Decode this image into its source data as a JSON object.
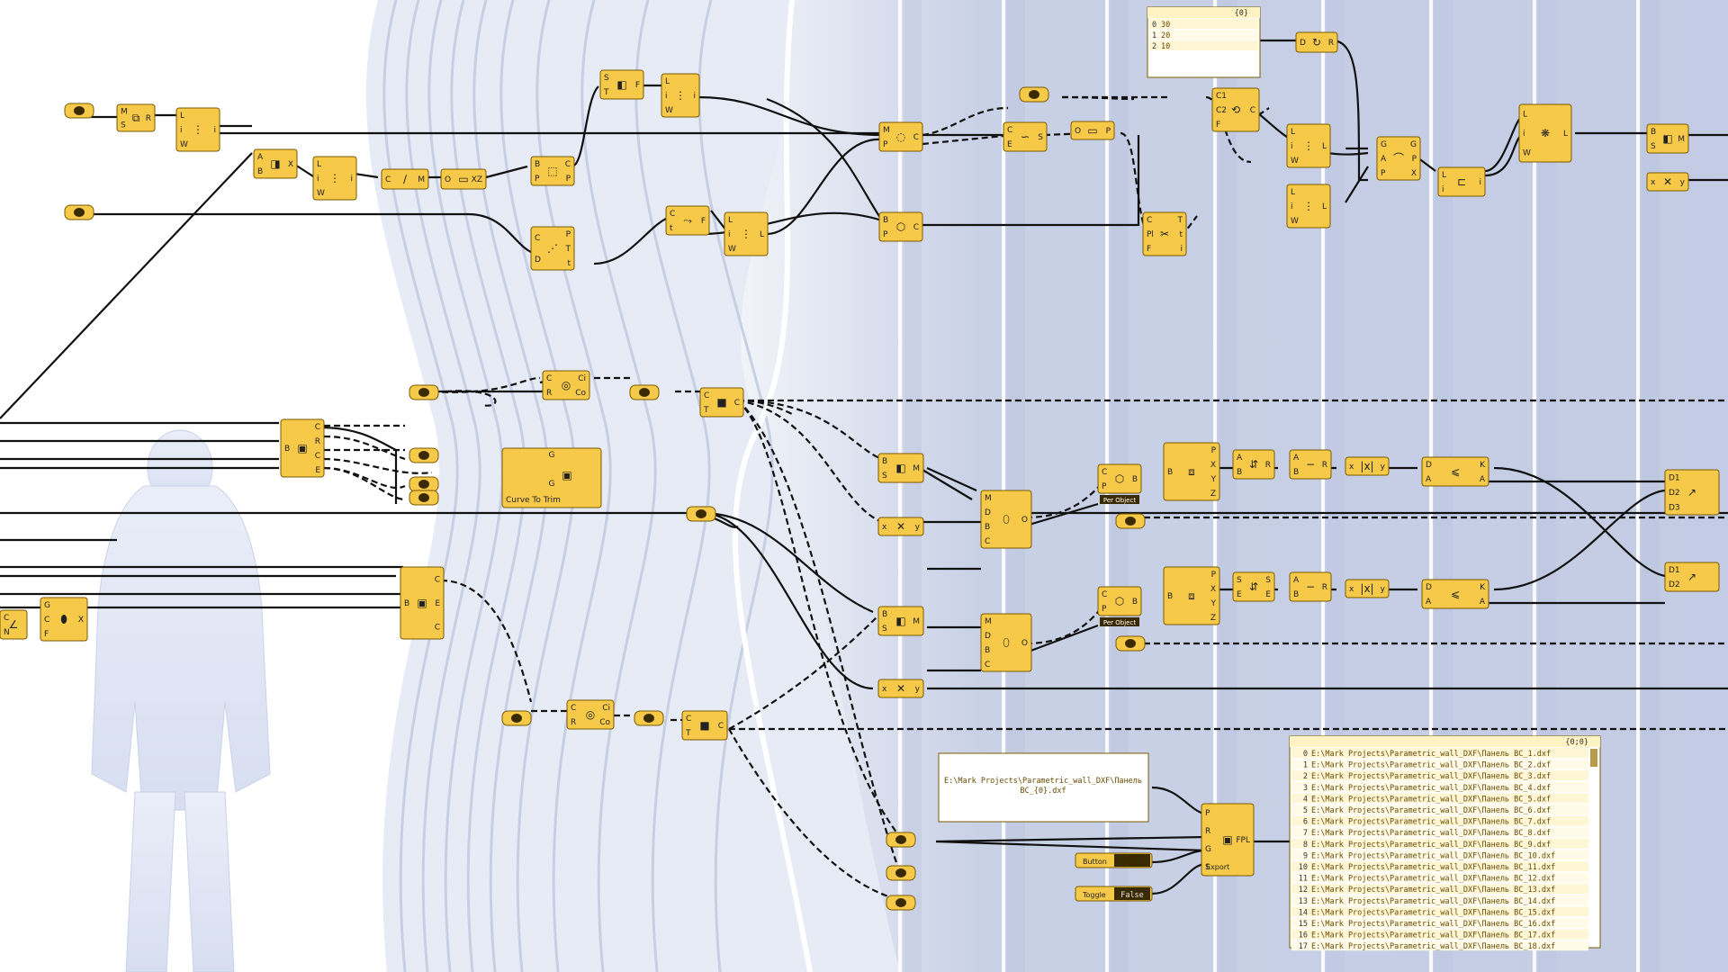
{
  "colors": {
    "node_fill": "#f7c948",
    "node_stroke": "#7a5a00",
    "wire": "#111111",
    "panel_bg": "#ffffff",
    "panel_header": "#fff3c4",
    "panel_text": "#6a4a00",
    "toggle_value": "#e6e6e6"
  },
  "comp_labels": {
    "c_a": [
      "M",
      "S"
    ],
    "c_a_out": "R",
    "c_b": [
      "L",
      "i",
      "W"
    ],
    "c_b_out": "i",
    "c_c": [
      "A",
      "B"
    ],
    "c_c_out": "X",
    "c_d": [
      "L",
      "i",
      "W"
    ],
    "c_d_out": "i",
    "c_e": [
      "C"
    ],
    "c_e_out": "M",
    "c_f": [
      "O"
    ],
    "c_f_out": "XZ",
    "c_g": [
      "B",
      "P"
    ],
    "c_g_outs": [
      "C",
      "P"
    ],
    "c_h": [
      "S",
      "T"
    ],
    "c_h_out": "F",
    "c_i": [
      "L",
      "i",
      "W"
    ],
    "c_i_out": "i",
    "c_j": [
      "C",
      "t"
    ],
    "c_j_out": "F",
    "c_k": [
      "C",
      "D"
    ],
    "c_k_outs": [
      "P",
      "T",
      "t"
    ],
    "c_l": [
      "L",
      "i",
      "W"
    ],
    "c_l_out": "L",
    "c_m": [
      "M",
      "P"
    ],
    "c_m_out": "C",
    "c_n": [
      "B",
      "P"
    ],
    "c_n_out": "C",
    "c_o": [
      "C",
      "E"
    ],
    "c_o_out": "S",
    "c_p": [
      "O"
    ],
    "c_p_out": "P",
    "c_q": [
      "C",
      "Pl",
      "F"
    ],
    "c_q_outs": [
      "T",
      "t",
      "i"
    ],
    "c_r": [
      "C1",
      "C2",
      "F"
    ],
    "c_r_out": "C",
    "c_s": [
      "D"
    ],
    "c_s_out": "R",
    "c_t": [
      "L",
      "i",
      "W"
    ],
    "c_t_out": "L",
    "c_u": [
      "L",
      "i",
      "W"
    ],
    "c_u_out": "L",
    "c_v": [
      "G",
      "A",
      "P"
    ],
    "c_v_outs": [
      "G",
      "P",
      "X"
    ],
    "c_w": [
      "L",
      "i"
    ],
    "c_w_out": "i",
    "c_x": [
      "L",
      "i",
      "W"
    ],
    "c_x_out": "L",
    "c_y": [
      "B",
      "S"
    ],
    "c_y_out": "M",
    "c_z": [
      "x"
    ],
    "c_z_out": "y",
    "c_deconstruct": [
      "B"
    ],
    "c_deconstruct_outs": [
      "C",
      "R",
      "C",
      "E"
    ],
    "c_circle": [
      "C",
      "R"
    ],
    "c_circle_outs": [
      "Ci",
      "Co"
    ],
    "c_curve_to_trim_ports": [
      "G",
      "G"
    ],
    "c_deconstruct2": [
      "B"
    ],
    "c_deconstruct2_outs": [
      "C",
      "E",
      "C"
    ],
    "c_circle2": [
      "C",
      "R"
    ],
    "c_circle2_outs": [
      "Ci",
      "Co"
    ],
    "c_rect1": [
      "C",
      "T"
    ],
    "c_rect1_out": "C",
    "c_rect2": [
      "C",
      "T"
    ],
    "c_rect2_out": "C",
    "c_msh1": [
      "M",
      "D",
      "B",
      "C"
    ],
    "c_msh1_out": "O",
    "c_msh2": [
      "M",
      "D",
      "B",
      "C"
    ],
    "c_msh2_out": "O",
    "c_bbox1": [
      "C",
      "P"
    ],
    "c_bbox1_out": "B",
    "c_bbox2": [
      "C",
      "P"
    ],
    "c_bbox2_out": "B",
    "c_dec1": [
      "B"
    ],
    "c_dec1_outs": [
      "P",
      "X",
      "Y",
      "Z"
    ],
    "c_dec2": [
      "B"
    ],
    "c_dec2_outs": [
      "P",
      "X",
      "Y",
      "Z"
    ],
    "c_sub1": [
      "A",
      "B"
    ],
    "c_sub1_out": "R",
    "c_sub2": [
      "A",
      "B"
    ],
    "c_sub2_out": "R",
    "c_abs1": [
      "x"
    ],
    "c_abs1_out": "y",
    "c_abs2": [
      "x"
    ],
    "c_abs2_out": "y",
    "c_gate1": [
      "D",
      "A"
    ],
    "c_gate1_outs": [
      "K",
      "A"
    ],
    "c_gate2": [
      "D",
      "A"
    ],
    "c_gate2_outs": [
      "K",
      "A"
    ],
    "c_merge1": [
      "D1",
      "D2",
      "D3"
    ],
    "c_merge2": [
      "D1",
      "D2"
    ],
    "c_left1": [
      "G",
      "C",
      "F"
    ],
    "c_left1_out": "X",
    "c_left2": [
      "C",
      "N"
    ],
    "c_scale1": [
      "B",
      "S"
    ],
    "c_scale1_out": "M",
    "c_scale2": [
      "B",
      "S"
    ],
    "c_scale2_out": "M",
    "c_neg1": [
      "x"
    ],
    "c_neg1_out": "y",
    "c_neg2": [
      "x"
    ],
    "c_neg2_out": "y",
    "c_export": [
      "P",
      "R",
      "G",
      "S"
    ],
    "c_export_out": "FPL",
    "c_right1": [
      "B",
      "S"
    ],
    "c_right1_out": "M",
    "c_right2": [
      "x"
    ],
    "c_right2_out": "y",
    "c_range": [
      "S",
      "E"
    ],
    "c_range_outs": [
      "S",
      "E"
    ]
  },
  "curve_to_trim": {
    "label": "Curve To Trim"
  },
  "per_object_1": "Per Object",
  "per_object_2": "Per Object",
  "export_label": "Export",
  "button": {
    "label": "Button"
  },
  "toggle": {
    "label": "Toggle",
    "value": "False"
  },
  "panel_top": {
    "header": "{0}",
    "rows": [
      {
        "idx": "0",
        "val": "30"
      },
      {
        "idx": "1",
        "val": "20"
      },
      {
        "idx": "2",
        "val": "10"
      }
    ]
  },
  "path_panel": {
    "text_line1": "E:\\Mark Projects\\Parametric_wall_DXF\\Панель",
    "text_line2": "BC_{0}.dxf"
  },
  "file_list": {
    "header": "{0;0}",
    "rows": [
      {
        "idx": "0",
        "val": "E:\\Mark Projects\\Parametric_wall_DXF\\Панель BC_1.dxf"
      },
      {
        "idx": "1",
        "val": "E:\\Mark Projects\\Parametric_wall_DXF\\Панель BC_2.dxf"
      },
      {
        "idx": "2",
        "val": "E:\\Mark Projects\\Parametric_wall_DXF\\Панель BC_3.dxf"
      },
      {
        "idx": "3",
        "val": "E:\\Mark Projects\\Parametric_wall_DXF\\Панель BC_4.dxf"
      },
      {
        "idx": "4",
        "val": "E:\\Mark Projects\\Parametric_wall_DXF\\Панель BC_5.dxf"
      },
      {
        "idx": "5",
        "val": "E:\\Mark Projects\\Parametric_wall_DXF\\Панель BC_6.dxf"
      },
      {
        "idx": "6",
        "val": "E:\\Mark Projects\\Parametric_wall_DXF\\Панель BC_7.dxf"
      },
      {
        "idx": "7",
        "val": "E:\\Mark Projects\\Parametric_wall_DXF\\Панель BC_8.dxf"
      },
      {
        "idx": "8",
        "val": "E:\\Mark Projects\\Parametric_wall_DXF\\Панель BC_9.dxf"
      },
      {
        "idx": "9",
        "val": "E:\\Mark Projects\\Parametric_wall_DXF\\Панель BC_10.dxf"
      },
      {
        "idx": "10",
        "val": "E:\\Mark Projects\\Parametric_wall_DXF\\Панель BC_11.dxf"
      },
      {
        "idx": "11",
        "val": "E:\\Mark Projects\\Parametric_wall_DXF\\Панель BC_12.dxf"
      },
      {
        "idx": "12",
        "val": "E:\\Mark Projects\\Parametric_wall_DXF\\Панель BC_13.dxf"
      },
      {
        "idx": "13",
        "val": "E:\\Mark Projects\\Parametric_wall_DXF\\Панель BC_14.dxf"
      },
      {
        "idx": "14",
        "val": "E:\\Mark Projects\\Parametric_wall_DXF\\Панель BC_15.dxf"
      },
      {
        "idx": "15",
        "val": "E:\\Mark Projects\\Parametric_wall_DXF\\Панель BC_16.dxf"
      },
      {
        "idx": "16",
        "val": "E:\\Mark Projects\\Parametric_wall_DXF\\Панель BC_17.dxf"
      },
      {
        "idx": "17",
        "val": "E:\\Mark Projects\\Parametric_wall_DXF\\Панель BC_18.dxf"
      }
    ]
  }
}
